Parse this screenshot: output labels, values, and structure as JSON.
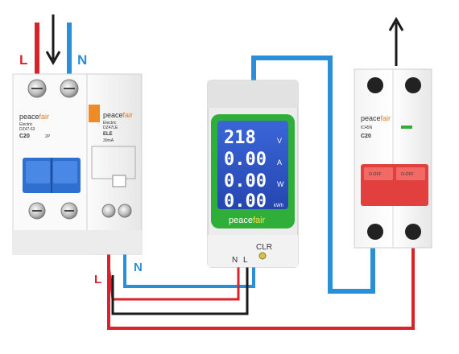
{
  "labels": {
    "supply_live": "L",
    "supply_neutral": "N",
    "meter_live": "L",
    "meter_neutral": "N",
    "terminal_n": "N",
    "terminal_l": "L",
    "clear_button": "CLR"
  },
  "breaker_left": {
    "brand_prefix": "peace",
    "brand_suffix": "fair",
    "line1": "Electric",
    "line2": "DZ47-63",
    "model": "C20",
    "poles": "2P"
  },
  "rcd_module": {
    "brand_prefix": "peace",
    "brand_suffix": "fair",
    "line1": "Electric",
    "line2": "DZ47LE",
    "model": "ELE",
    "rating": "30mA"
  },
  "meter": {
    "voltage": "218",
    "voltage_unit": "V",
    "current": "0.00",
    "current_unit": "A",
    "power": "0.00",
    "power_unit": "W",
    "energy": "0.00",
    "energy_unit": "kWh",
    "brand_prefix": "peace",
    "brand_suffix": "fair"
  },
  "breaker_right": {
    "brand_prefix": "peace",
    "brand_suffix": "fair",
    "line1": "IC45N",
    "model": "C20",
    "handle_left": "O-OFF",
    "handle_right": "O-OFF"
  },
  "colors": {
    "live": "#d7242a",
    "neutral": "#2a8fd6",
    "ground_return": "#1a1a1a",
    "lcd_background": "#2f56c9",
    "lcd_border": "#2fae3a",
    "rcd_accent": "#f08a24",
    "breaker_toggle_left": "#2f6fd0",
    "breaker_toggle_right": "#e2403f"
  },
  "icons": {
    "supply_arrow": "arrow-down-icon",
    "output_arrow": "arrow-up-icon",
    "terminal_screw": "screw-terminal-icon"
  }
}
